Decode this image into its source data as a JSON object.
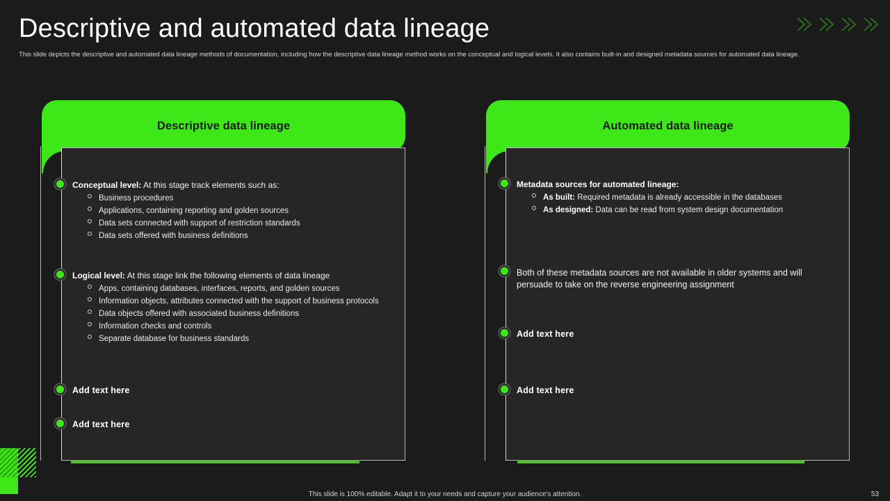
{
  "slide": {
    "title": "Descriptive and automated data lineage",
    "subtitle": "This slide depicts the descriptive and automated data lineage methods of documentation, including how the descriptive data lineage method works on the conceptual and logical levels. It also contains built-in and designed metadata sources for automated data lineage.",
    "footer_note": "This slide is 100% editable. Adapt it to your needs and capture your audience's attention.",
    "page_number": "53"
  },
  "theme": {
    "accent_green": "#3ee818",
    "accent_bar_green": "#4ec42a",
    "background": "#1b1b1b",
    "card_background": "#262626",
    "border": "#b9b9b9",
    "text": "#ffffff"
  },
  "decor": {
    "chevron_count": 4,
    "chevron_icon": "double-chevron-right-icon",
    "corner_pattern": "diagonal-stripes"
  },
  "cards": [
    {
      "id": "descriptive",
      "header": "Descriptive data lineage",
      "items": [
        {
          "lead_bold": "Conceptual level:",
          "lead_rest": " At this stage track elements such as:",
          "sub": [
            {
              "bold": "",
              "text": "Business procedures"
            },
            {
              "bold": "",
              "text": "Applications, containing reporting and golden sources"
            },
            {
              "bold": "",
              "text": "Data sets connected with support of restriction standards"
            },
            {
              "bold": "",
              "text": "Data sets offered with business definitions"
            }
          ]
        },
        {
          "lead_bold": "Logical level:",
          "lead_rest": " At this stage link the following elements of data lineage",
          "sub": [
            {
              "bold": "",
              "text": "Apps, containing databases, interfaces, reports, and golden sources"
            },
            {
              "bold": "",
              "text": "Information objects, attributes connected with the support of business protocols"
            },
            {
              "bold": "",
              "text": "Data objects offered with associated business definitions"
            },
            {
              "bold": "",
              "text": "Information checks and controls"
            },
            {
              "bold": "",
              "text": "Separate database for business standards"
            }
          ]
        },
        {
          "addtext": "Add text here"
        },
        {
          "addtext": "Add text here"
        }
      ]
    },
    {
      "id": "automated",
      "header": "Automated data lineage",
      "items": [
        {
          "lead_bold": "Metadata sources for automated lineage:",
          "lead_rest": "",
          "sub": [
            {
              "bold": "As built:",
              "text": " Required metadata is already accessible in the databases"
            },
            {
              "bold": "As designed:",
              "text": " Data can be read from system design documentation"
            }
          ]
        },
        {
          "plain": "Both of these metadata sources are not available in older systems and will persuade to take on the reverse engineering assignment"
        },
        {
          "addtext": "Add text here"
        },
        {
          "addtext": "Add text here"
        }
      ]
    }
  ]
}
